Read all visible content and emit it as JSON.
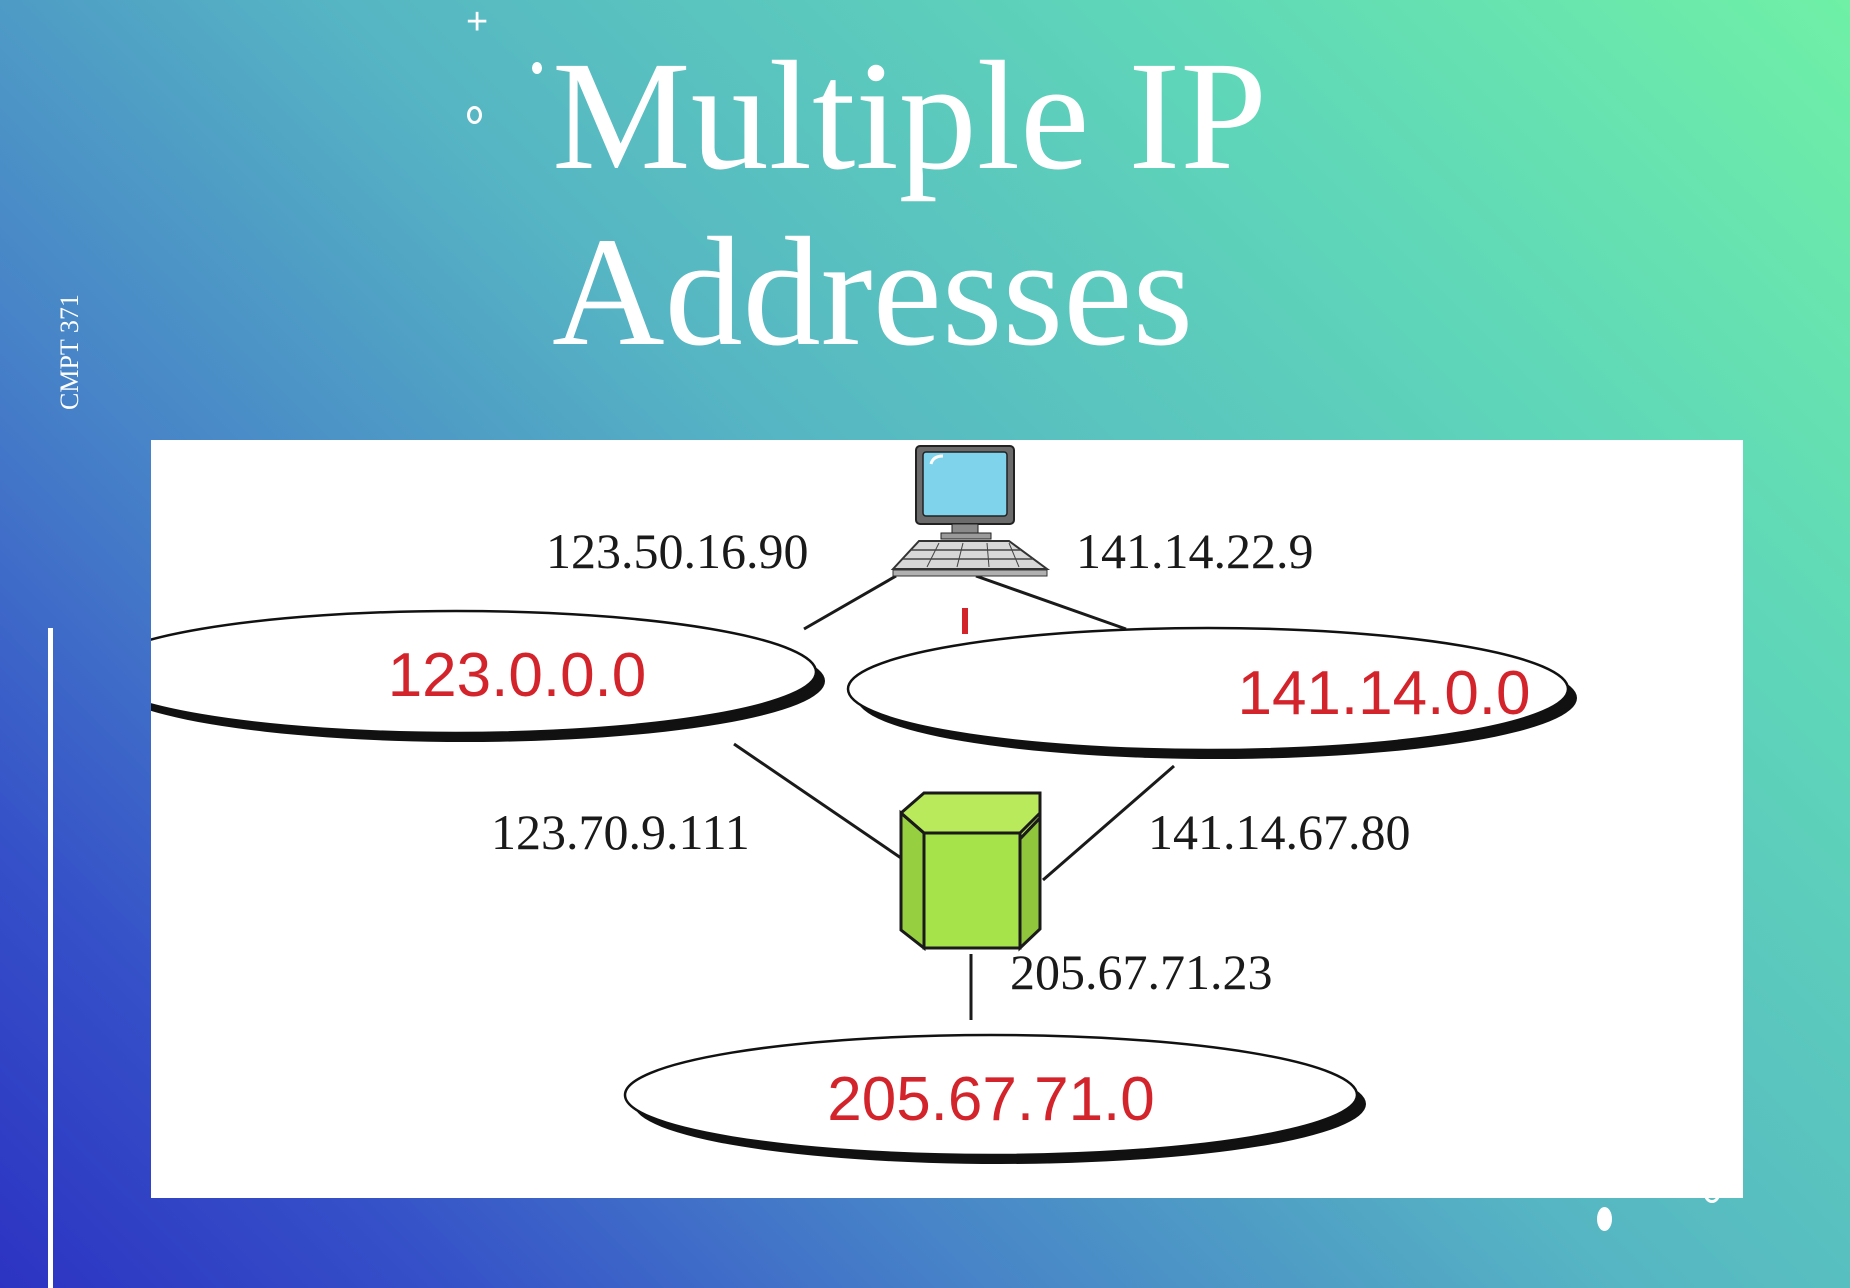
{
  "slide": {
    "title_line1": "Multiple IP",
    "title_line2": "Addresses",
    "course": "CMPT 371"
  },
  "diagram": {
    "host": {
      "icon": "computer-icon",
      "interface_left": "123.50.16.90",
      "interface_right": "141.14.22.9"
    },
    "router": {
      "icon": "router-cube-icon",
      "interface_left": "123.70.9.111",
      "interface_right": "141.14.67.80",
      "interface_bottom": "205.67.71.23"
    },
    "networks": {
      "left": "123.0.0.0",
      "right": "141.14.0.0",
      "bottom": "205.67.71.0"
    },
    "colors": {
      "network_text": "#d3242c",
      "router_face": "#a6e34a",
      "monitor_screen": "#7fd3ea"
    }
  }
}
